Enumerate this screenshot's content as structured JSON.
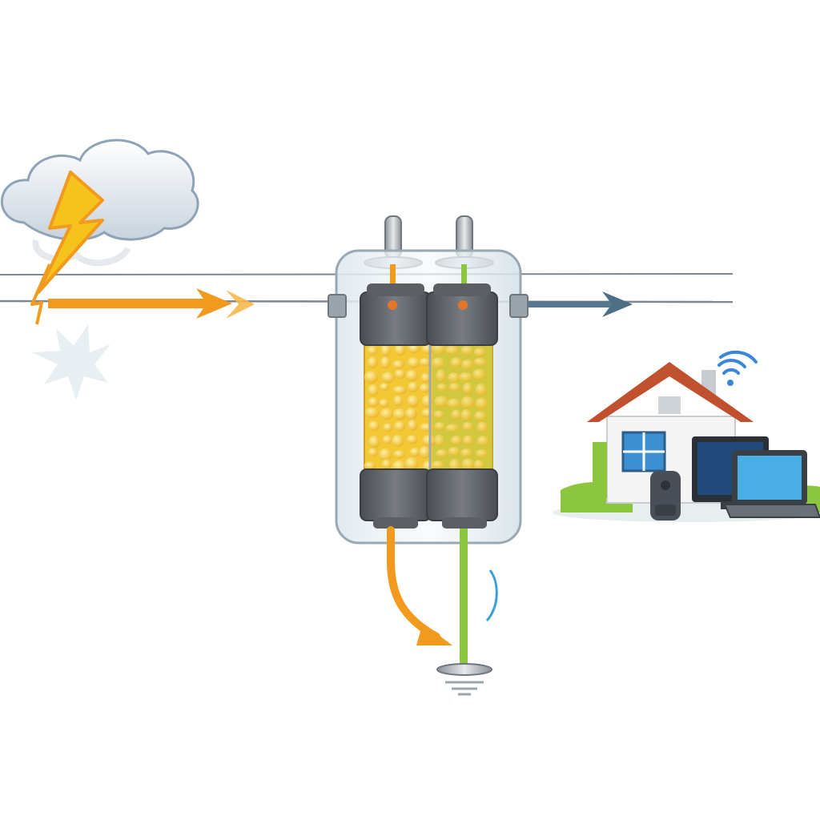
{
  "diagram": {
    "kind": "surge-arrester-protection-illustration",
    "colors": {
      "background": "#ffffff",
      "surge_arrow": "#f29a1d",
      "bolt_yellow": "#f6c21c",
      "power_line": "#6b7a86",
      "protected_arrow": "#4d6f86",
      "ground_path": "#8cc63f",
      "diverted_surge": "#f29a1d",
      "varistor_fill": "#f2c834",
      "varistor_right_tint": "#b8c94a",
      "end_cap": "#5f6368",
      "housing_glass": "#e8f0f5",
      "roof": "#c0502e",
      "house_wall": "#f4f4f4",
      "window": "#3d8fd1",
      "wifi": "#3a86d8",
      "grass": "#8cc63f",
      "monitor_screen": "#1f4a7a",
      "laptop_screen": "#4aaee6",
      "device_body": "#4a4f57"
    },
    "elements": [
      {
        "name": "storm-cloud",
        "icon": "cloud-icon"
      },
      {
        "name": "lightning-bolt",
        "icon": "lightning-icon"
      },
      {
        "name": "incoming-surge-arrow",
        "icon": "arrow-right-icon"
      },
      {
        "name": "surge-arrester",
        "icon": "varistor-cartridge-icon"
      },
      {
        "name": "protected-output-arrow",
        "icon": "arrow-right-icon"
      },
      {
        "name": "diverted-surge-arrow",
        "icon": "curved-arrow-down-icon"
      },
      {
        "name": "ground-connection",
        "icon": "ground-symbol-icon"
      },
      {
        "name": "protected-home",
        "icon": "house-icon"
      },
      {
        "name": "wifi-signal",
        "icon": "wifi-icon"
      },
      {
        "name": "desktop-monitor",
        "icon": "monitor-icon"
      },
      {
        "name": "laptop",
        "icon": "laptop-icon"
      },
      {
        "name": "router-device",
        "icon": "router-icon"
      }
    ]
  }
}
